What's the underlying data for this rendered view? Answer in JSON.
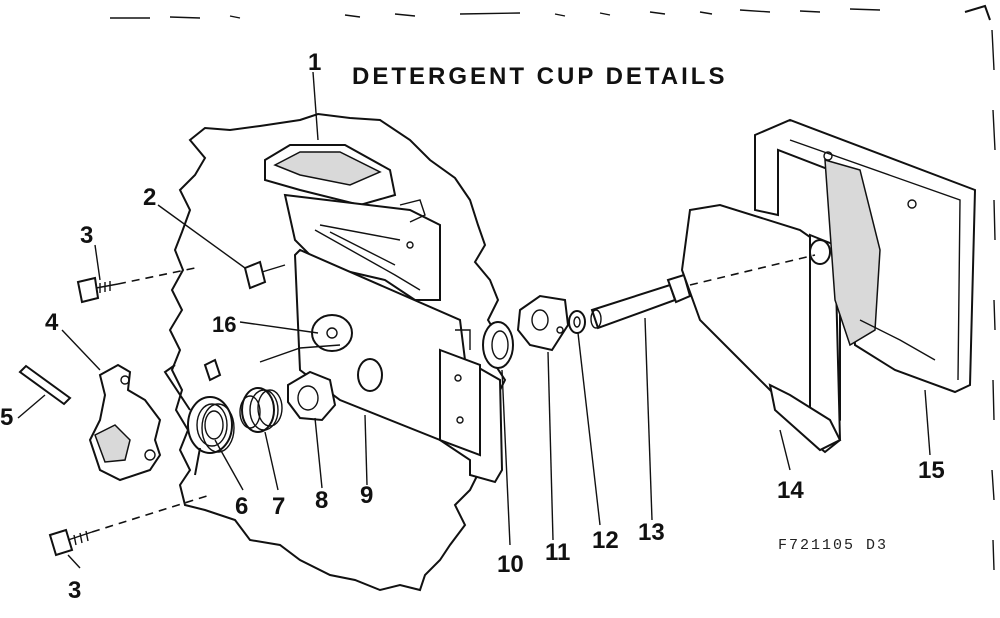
{
  "title": "DETERGENT CUP DETAILS",
  "drawing_code": "F721105 D3",
  "callouts": {
    "p1": "1",
    "p2": "2",
    "p3a": "3",
    "p3b": "3",
    "p4": "4",
    "p5": "5",
    "p6": "6",
    "p7": "7",
    "p8": "8",
    "p9": "9",
    "p10": "10",
    "p11": "11",
    "p12": "12",
    "p13": "13",
    "p14": "14",
    "p15": "15",
    "p16": "16"
  }
}
